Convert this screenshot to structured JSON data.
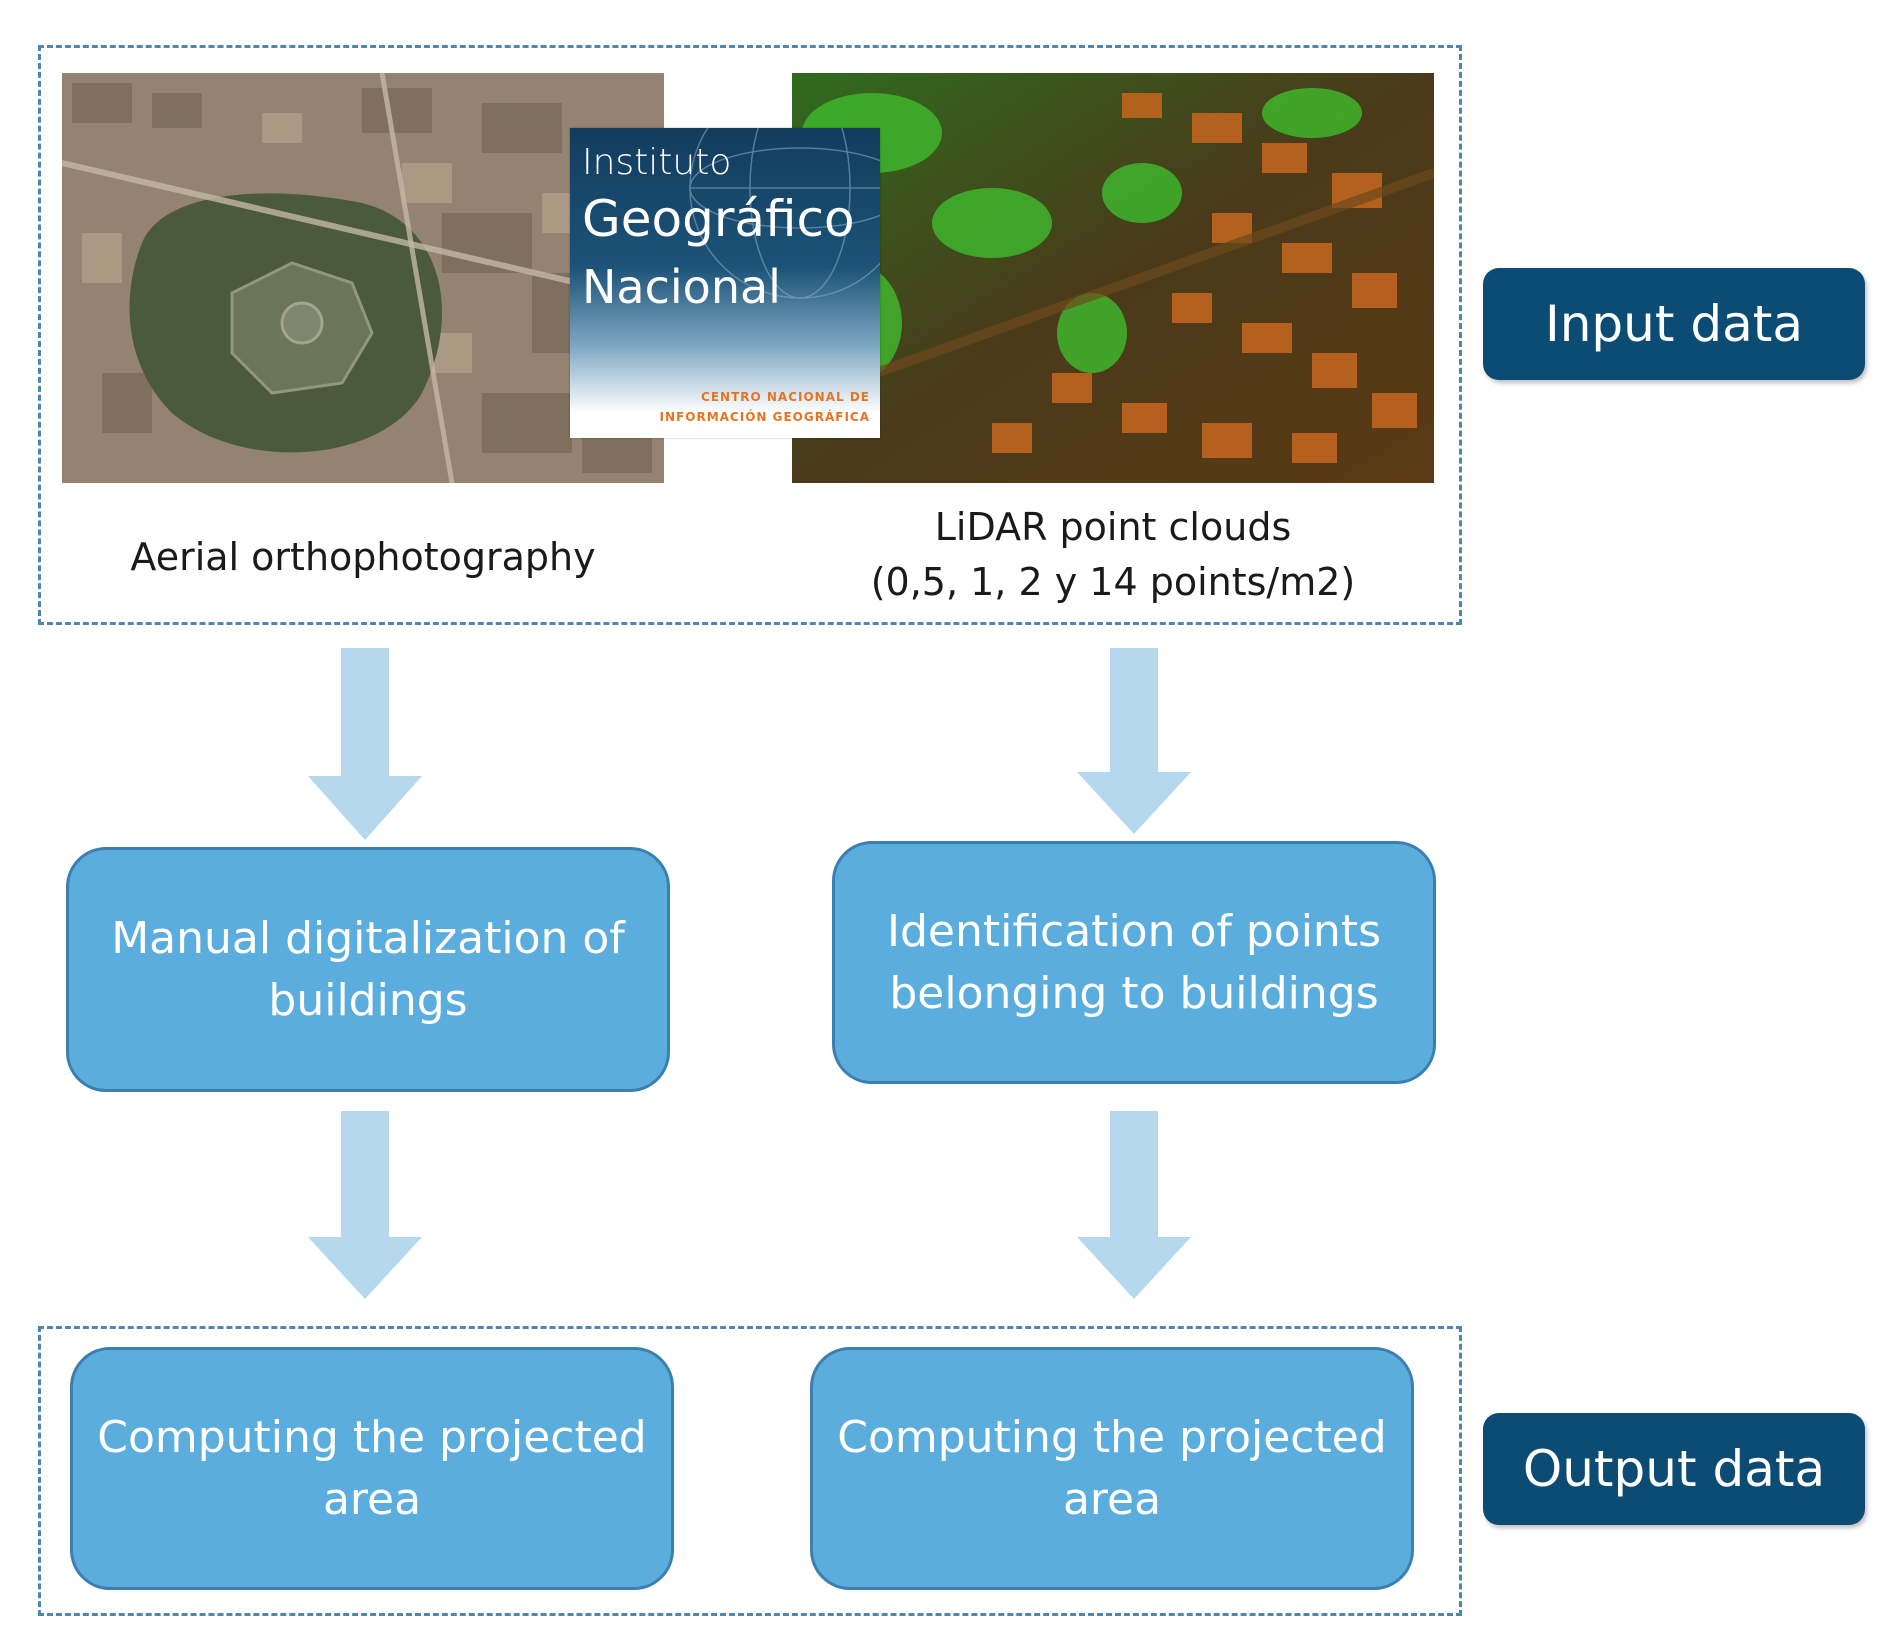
{
  "input_section": {
    "logo": {
      "line1": "Instituto",
      "line2": "Geográfico",
      "line3": "Nacional",
      "sub1": "Centro Nacional de",
      "sub2": "Información Geográfica"
    },
    "ortho_caption": "Aerial orthophotography",
    "lidar_caption_line1": "LiDAR point clouds",
    "lidar_caption_line2": "(0,5, 1, 2 y 14 points/m2)",
    "label": "Input data"
  },
  "process": {
    "manual_line1": "Manual digitalization of",
    "manual_line2": "buildings",
    "ident_line1": "Identification of points",
    "ident_line2": "belonging to buildings"
  },
  "output_section": {
    "box1_line1": "Computing the projected",
    "box1_line2": "area",
    "box2_line1": "Computing the projected",
    "box2_line2": "area",
    "label": "Output data"
  },
  "colors": {
    "dashed_border": "#4f86ad",
    "label_bg": "#0c4b73",
    "process_bg": "#5badde",
    "arrow": "#b5d8ef"
  }
}
